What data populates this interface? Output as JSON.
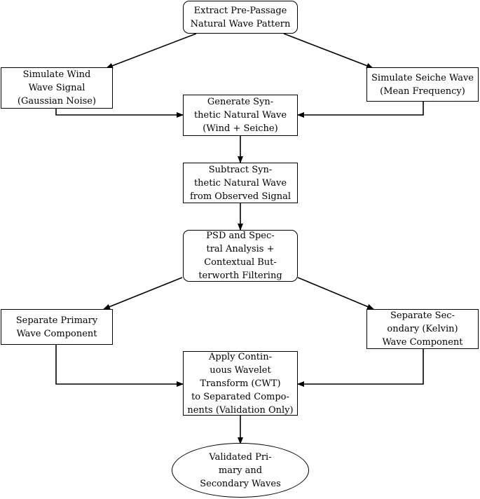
{
  "nodes": {
    "extract": "Extract Pre-Passage\nNatural Wave Pattern",
    "wind": "Simulate Wind\nWave Signal\n(Gaussian Noise)",
    "seiche": "Simulate Seiche Wave\n(Mean Frequency)",
    "generate": "Generate Syn-\nthetic Natural Wave\n(Wind + Seiche)",
    "subtract": "Subtract Syn-\nthetic Natural Wave\nfrom Observed Signal",
    "psd": "PSD and Spec-\ntral Analysis +\nContextual But-\nterworth Filtering",
    "primary": "Separate Primary\nWave Component",
    "secondary": "Separate Sec-\nondary (Kelvin)\nWave Component",
    "cwt": "Apply Contin-\nuous Wavelet\nTransform (CWT)\nto Separated Compo-\nnents (Validation Only)",
    "validated": "Validated Pri-\nmary and\nSecondary Waves"
  }
}
